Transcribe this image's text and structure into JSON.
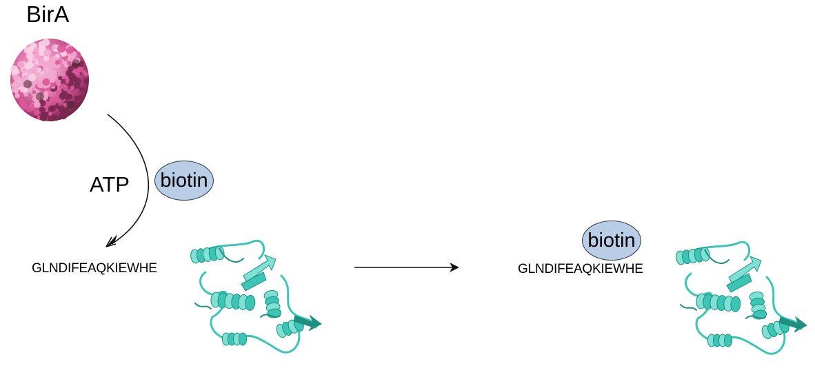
{
  "labels": {
    "enzyme": "BirA",
    "cofactor": "ATP",
    "ligand_left": "biotin",
    "ligand_right": "biotin",
    "peptide_left": "GLNDIFEAQKIEWHE",
    "peptide_right": "GLNDIFEAQKIEWHE"
  },
  "icons": {
    "enzyme": "bira-protein-sphere-icon",
    "protein_left": "target-protein-ribbon-icon",
    "protein_right": "biotinylated-protein-ribbon-icon",
    "arrow_curve": "curved-arrow-icon",
    "arrow_reaction": "reaction-arrow-icon"
  },
  "colors": {
    "enzyme_light": "#f2a9cf",
    "enzyme_mid": "#d9589a",
    "enzyme_dark": "#7a2850",
    "biotin_fill": "#b9cde6",
    "protein_light": "#7fe0d4",
    "protein_mid": "#3cc4b4",
    "protein_dark": "#1f8f82"
  }
}
